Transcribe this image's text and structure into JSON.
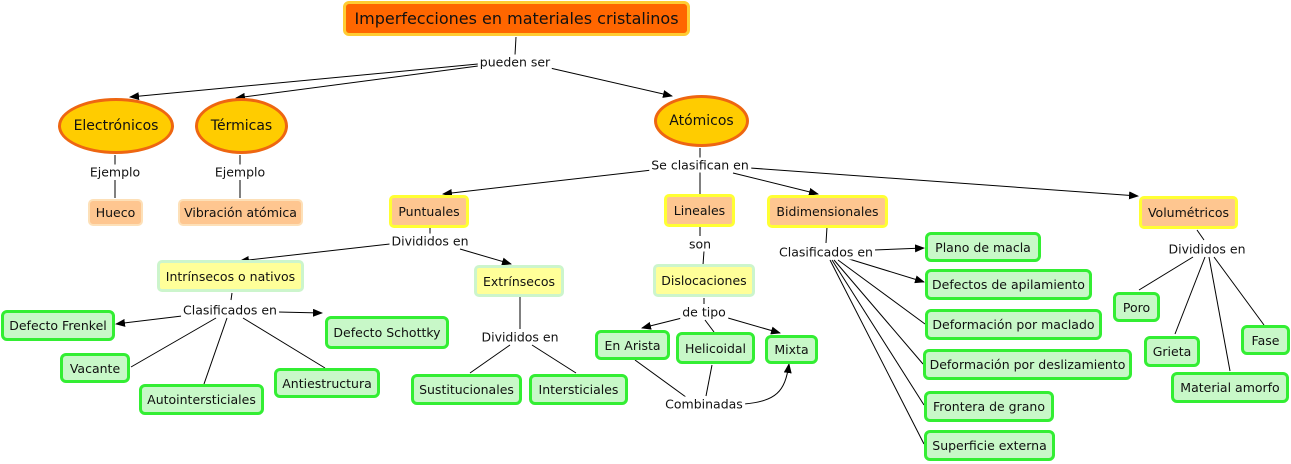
{
  "title": "Imperfecciones en materiales cristalinos",
  "links": {
    "pueden_ser": "pueden ser",
    "ejemplo_1": "Ejemplo",
    "ejemplo_2": "Ejemplo",
    "se_clasifican_en": "Se clasifican en",
    "divididos_en_puntuales": "Divididos en",
    "clasificados_en_intrinsecos": "Clasificados en",
    "divididos_en_extrinsecos": "Divididos en",
    "son": "son",
    "de_tipo": "de tipo",
    "combinadas": "Combinadas",
    "clasificados_en_bidim": "Clasificados en",
    "divididos_en_volum": "Divididos en"
  },
  "nodes": {
    "electronicos": "Electrónicos",
    "termicas": "Térmicas",
    "atomicos": "Atómicos",
    "hueco": "Hueco",
    "vibracion": "Vibración atómica",
    "puntuales": "Puntuales",
    "lineales": "Lineales",
    "bidimensionales": "Bidimensionales",
    "volumetricos": "Volumétricos",
    "intrinsecos": "Intrínsecos o nativos",
    "extrinsecos": "Extrínsecos",
    "dislocaciones": "Dislocaciones",
    "frenkel": "Defecto Frenkel",
    "schottky": "Defecto Schottky",
    "vacante": "Vacante",
    "autointersticiales": "Autointersticiales",
    "antiestructura": "Antiestructura",
    "sustitucionales": "Sustitucionales",
    "intersticiales": "Intersticiales",
    "en_arista": "En Arista",
    "helicoidal": "Helicoidal",
    "mixta": "Mixta",
    "plano_macla": "Plano de macla",
    "apilamiento": "Defectos de apilamiento",
    "maclado": "Deformación por maclado",
    "deslizamiento": "Deformación por deslizamiento",
    "frontera": "Frontera de grano",
    "superficie": "Superficie externa",
    "poro": "Poro",
    "grieta": "Grieta",
    "amorfo": "Material amorfo",
    "fase": "Fase"
  }
}
